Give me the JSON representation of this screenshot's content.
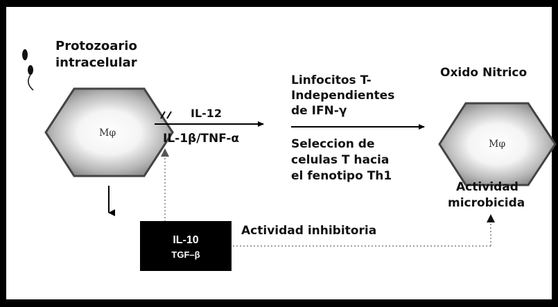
{
  "labels": {
    "protozoario_line1": "Protozoario",
    "protozoario_line2": "intracelular",
    "macrophage_left": "Mφ",
    "macrophage_right": "Mφ",
    "il12": "IL-12",
    "il1b_tnfa": "IL-1β/TNF-α",
    "linfocitos_line1": "Linfocitos T-",
    "linfocitos_line2": "Independientes",
    "linfocitos_line3": "de IFN-γ",
    "oxido_nitrico": "Oxido Nitrico",
    "seleccion_line1": "Seleccion de",
    "seleccion_line2": "celulas T hacia",
    "seleccion_line3": "el fenotipo Th1",
    "actividad_micro_line1": "Actividad",
    "actividad_micro_line2": "microbicida",
    "actividad_inhibitoria": "Actividad inhibitoria",
    "il10": "IL-10",
    "tgfb": "TGF–β"
  },
  "colors": {
    "frame": "#000000",
    "hexagon_fill_outer": "#a9a9a9",
    "hexagon_fill_inner": "#ffffff",
    "arrow": "#000000",
    "dotted_arrow": "#a0a0a0",
    "il10_box": "#000000"
  }
}
